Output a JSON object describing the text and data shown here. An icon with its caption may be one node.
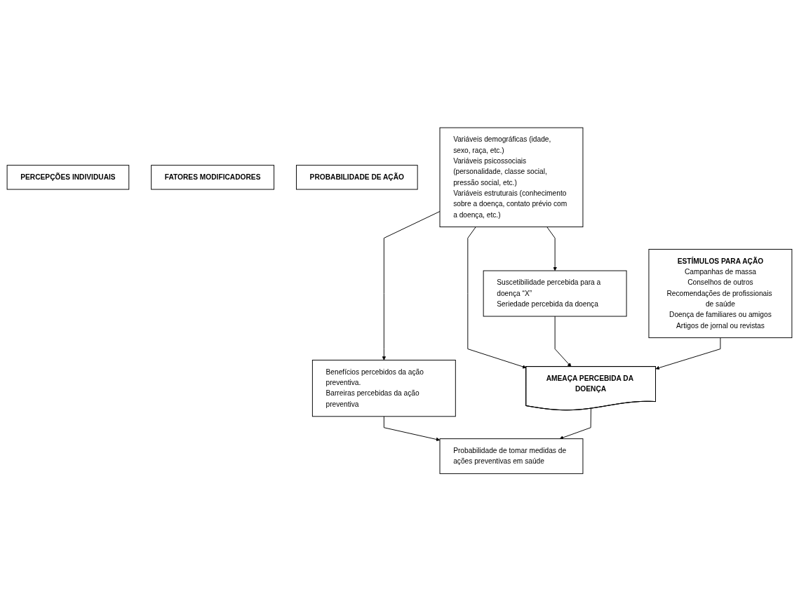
{
  "diagram": {
    "nodes": [
      {
        "text": [
          "PERCEPÇÕES INDIVIDUAIS"
        ]
      },
      {
        "text": [
          "FATORES MODIFICADORES"
        ]
      },
      {
        "text": [
          "PROBABILIDADE DE AÇÃO"
        ]
      },
      {
        "text": [
          "Variáveis demográficas (idade, sexo, raça, etc.)",
          "Variáveis psicossociais (personalidade, classe social, pressão social, etc.)",
          "Variáveis estruturais (conhecimento sobre a doença, contato prévio com a doença, etc.)"
        ]
      },
      {
        "text": [
          "Benefícios percebidos da ação preventiva.",
          "Barreiras percebidas da ação preventiva"
        ]
      },
      {
        "text": [
          "Suscetibilidade percebida para a doença “X”",
          "Seriedade percebida da doença"
        ]
      },
      {
        "text": [
          "AMEAÇA PERCEBIDA DA DOENÇA"
        ]
      },
      {
        "text": [
          "Probabilidade de tomar medidas de ações preventivas em saúde"
        ]
      },
      {
        "text": [
          "ESTÍMULOS PARA AÇÃO",
          "Campanhas de massa",
          "Conselhos de outros",
          "Recomendações de profissionais de saúde",
          "Doença de familiares ou amigos",
          "Artigos de jornal ou revistas"
        ]
      }
    ],
    "edges": [
      {
        "from": 3,
        "to": 5,
        "arrow": "to"
      },
      {
        "from": 3,
        "to": 4,
        "arrow": "to"
      },
      {
        "from": 4,
        "to": 7,
        "arrow": "to"
      },
      {
        "from": 3,
        "to": 6,
        "arrow": "to"
      },
      {
        "from": 5,
        "to": 6,
        "arrow": "to"
      },
      {
        "from": 6,
        "to": 7,
        "arrow": "to"
      },
      {
        "from": 8,
        "to": 6,
        "arrow": "to"
      }
    ]
  }
}
